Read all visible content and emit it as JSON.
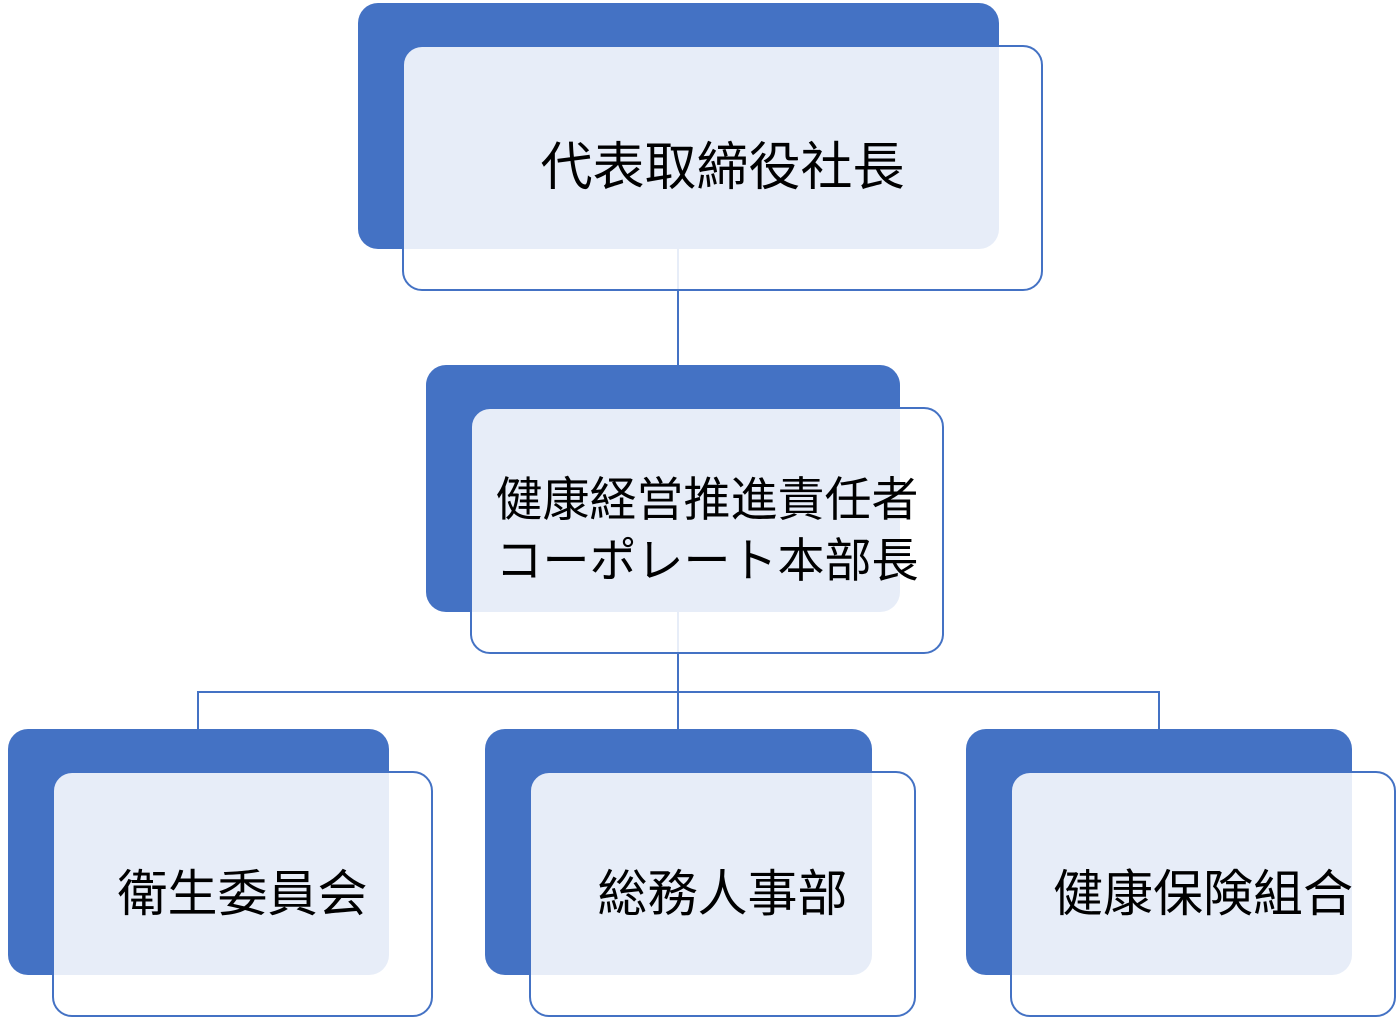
{
  "org_chart": {
    "background_color": "#FFFFFF",
    "accent_color": "#4472C4",
    "panel_overlay_fill": "rgba(255,255,255,0.87)",
    "panel_overlay_tint_over_accent": "#E8EDF7",
    "text_color": "#000000",
    "nodes": {
      "president": {
        "level": 1,
        "label": "代表取締役社長"
      },
      "officer": {
        "level": 2,
        "label_line1": "健康経営推進責任者",
        "label_line2": "コーポレート本部長"
      },
      "committee": {
        "level": 3,
        "label": "衛生委員会"
      },
      "general_affairs": {
        "level": 3,
        "label": "総務人事部"
      },
      "insurance_union": {
        "level": 3,
        "label": "健康保険組合"
      }
    },
    "edges": [
      {
        "from": "president",
        "to": "officer"
      },
      {
        "from": "officer",
        "to": "committee"
      },
      {
        "from": "officer",
        "to": "general_affairs"
      },
      {
        "from": "officer",
        "to": "insurance_union"
      }
    ]
  }
}
